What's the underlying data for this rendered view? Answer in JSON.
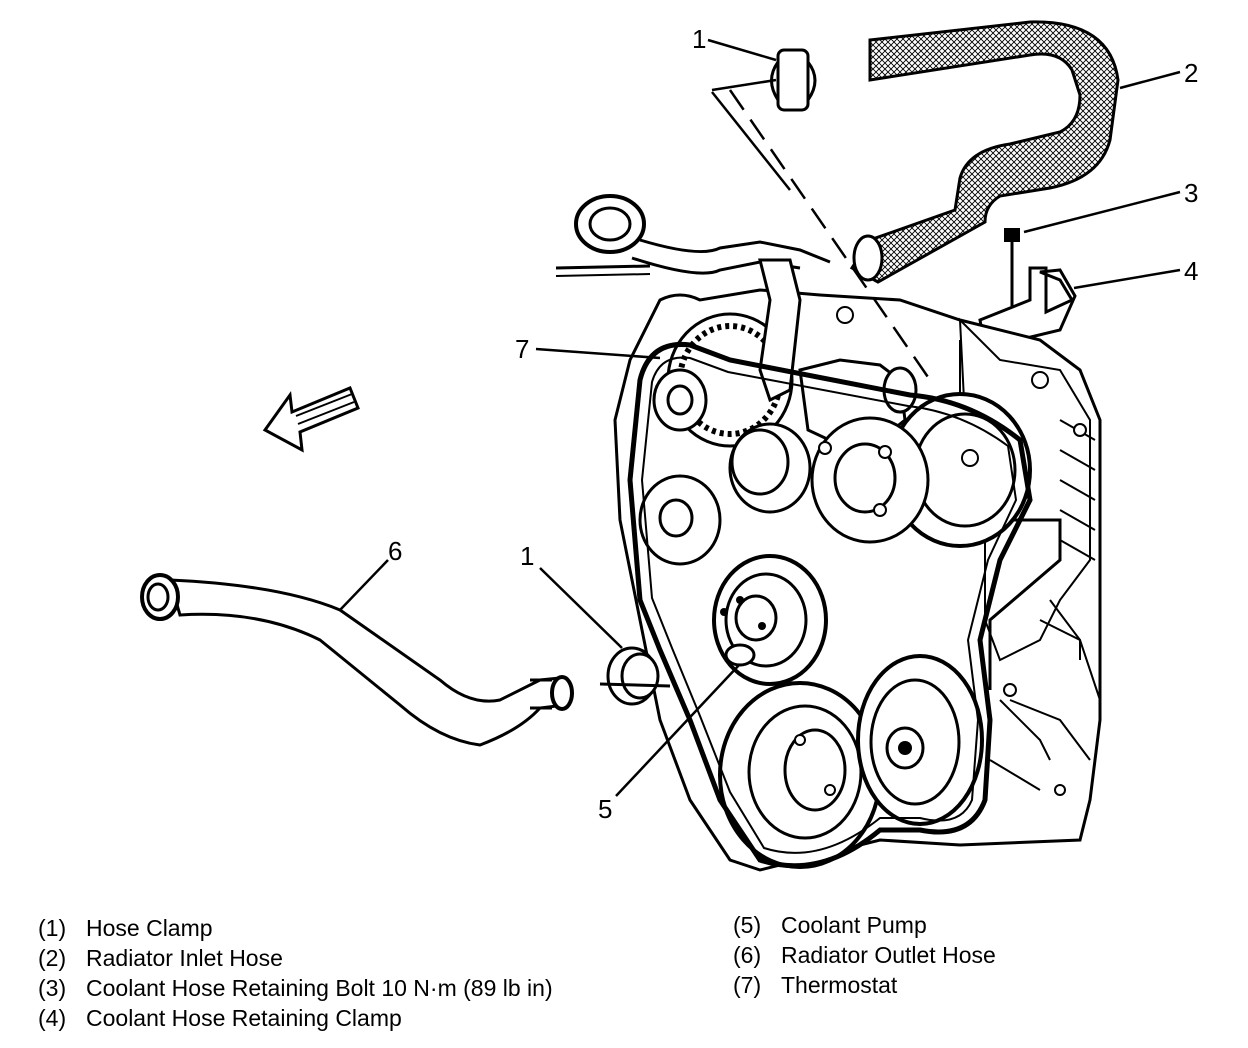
{
  "callouts": {
    "c1_top": "1",
    "c2": "2",
    "c3": "3",
    "c4": "4",
    "c5": "5",
    "c6": "6",
    "c7": "7",
    "c1_low": "1"
  },
  "legend": {
    "left": [
      {
        "num": "(1)",
        "label": "Hose Clamp"
      },
      {
        "num": "(2)",
        "label": "Radiator Inlet Hose"
      },
      {
        "num": "(3)",
        "label": "Coolant Hose Retaining Bolt 10 N·m (89 lb in)"
      },
      {
        "num": "(4)",
        "label": "Coolant Hose Retaining Clamp"
      }
    ],
    "right": [
      {
        "num": "(5)",
        "label": "Coolant Pump"
      },
      {
        "num": "(6)",
        "label": "Radiator Outlet Hose"
      },
      {
        "num": "(7)",
        "label": "Thermostat"
      }
    ]
  }
}
